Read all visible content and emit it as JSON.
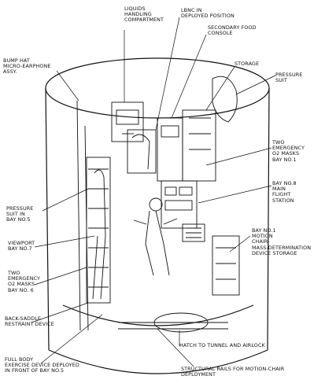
{
  "labels": {
    "liquids_handling": "LIQUIDS\nHANDLING\nCOMPARTMENT",
    "lbnc": "LBNC IN\nDEPLOYED POSITION",
    "secondary_food": "SECONDARY FOOD\nCONSOLE",
    "storage": "STORAGE",
    "pressure_suit_top": "PRESSURE\nSUIT",
    "bump_hat": "BUMP HAT\nMICRO-EARPHONE\nASSY.",
    "two_emergency_o2_bay1": "TWO\nEMERGENCY\nO2 MASKS\nBAY NO.1",
    "bay8": "BAY NO.8\nMAIN\nFLIGHT\nSTATION",
    "pressure_suit_bay5": "PRESSURE\nSUIT IN\nBAY NO.5",
    "bay1_motion": "BAY NO.1\nMOTION\nCHAIR-\nMASS-DETERMINATION\nDEVICE STORAGE",
    "viewport": "VIEWPORT\nBAY NO.7",
    "two_emergency_o2_bay6": "TWO\nEMERGENCY\nO2 MASKS\nBAY NO. 6",
    "back_saddle": "BACK-SADDLE\nRESTRAINT DEVICE",
    "hatch": "HATCH TO TUNNEL AND AIRLOCK",
    "full_body": "FULL BODY\nEXERCISE DEVICE DEPLOYED\nIN FRONT OF BAY NO.5",
    "structural_rails": "STRUCTURAL RAILS FOR MOTION-CHAIR\nDEPLOYMENT"
  }
}
